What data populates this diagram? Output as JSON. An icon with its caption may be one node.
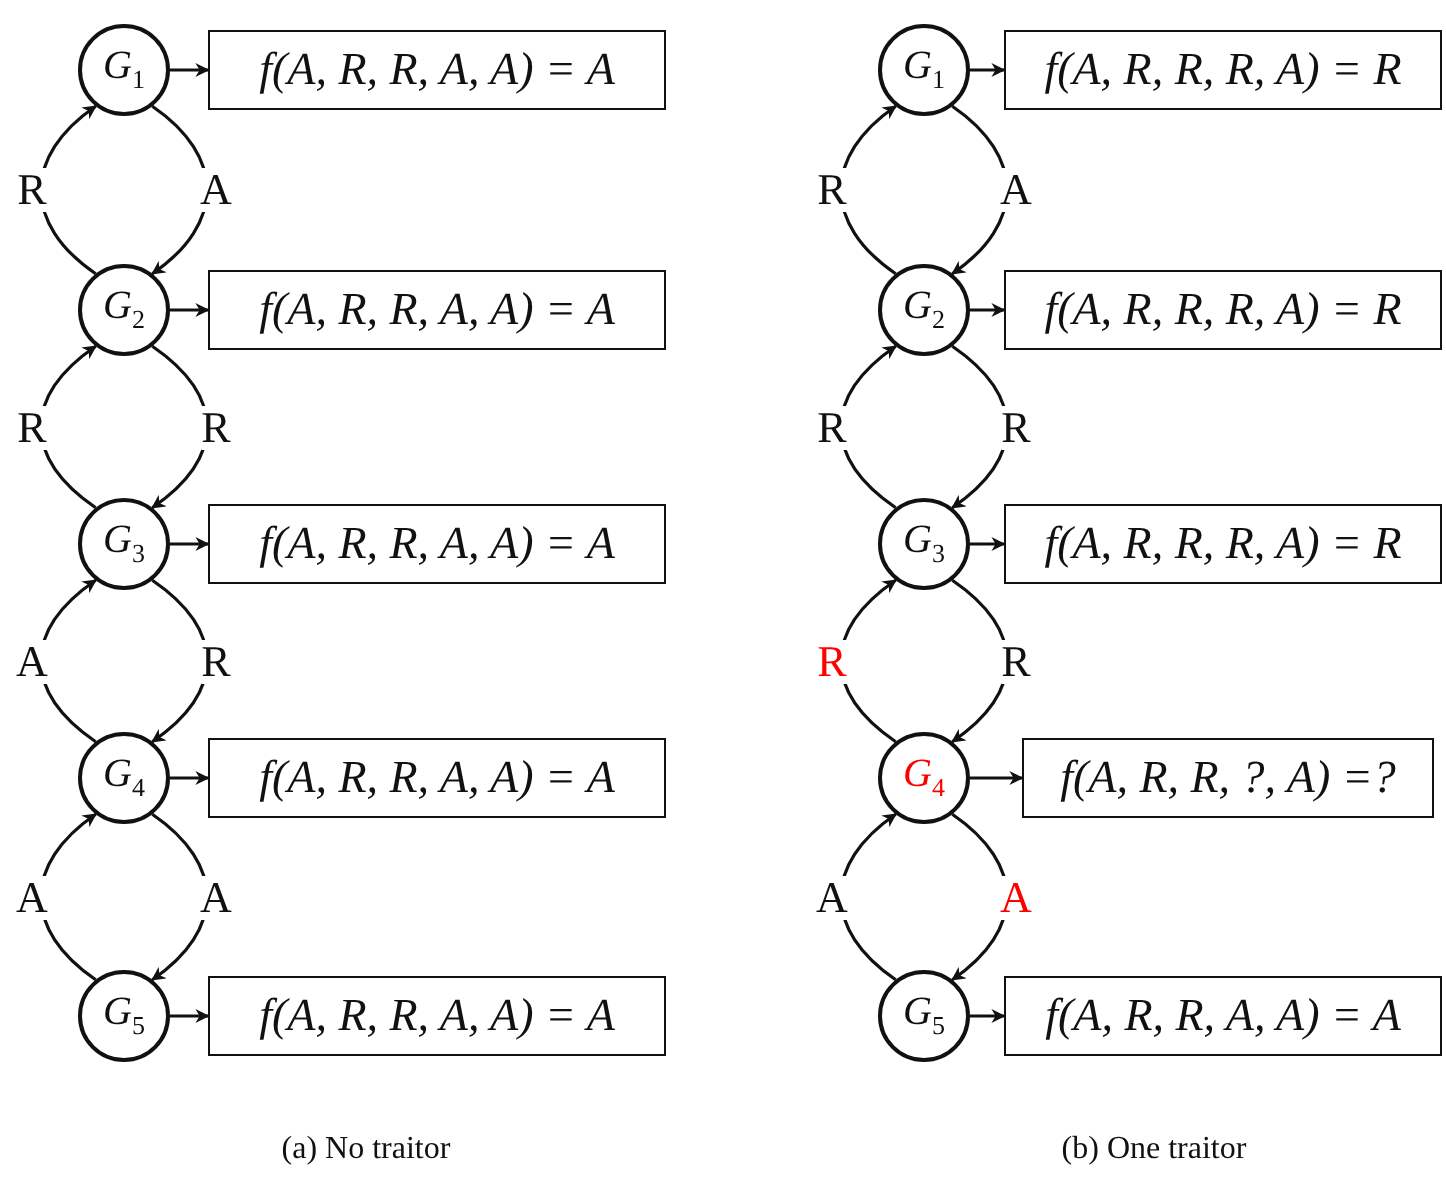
{
  "diagram": {
    "nodes": [
      {
        "text": [
          "*G*$_{1}$"
        ]
      },
      {
        "text": [
          "f(A, R, R, A, A) = A"
        ]
      },
      {
        "text": [
          "*G*$_{2}$"
        ]
      },
      {
        "text": [
          "f(A, R, R, A, A) = A"
        ]
      },
      {
        "text": [
          "*G*$_{3}$"
        ]
      },
      {
        "text": [
          "f(A, R, R, A, A) = A"
        ]
      },
      {
        "text": [
          "*G*$_{4}$"
        ]
      },
      {
        "text": [
          "f(A, R, R, A, A) = A"
        ]
      },
      {
        "text": [
          "*G*$_{5}$"
        ]
      },
      {
        "text": [
          "f(A, R, R, A, A) = A"
        ]
      },
      {
        "text": [
          "*G*$_{1}$"
        ]
      },
      {
        "text": [
          "f(A, R, R, R, A) = R"
        ]
      },
      {
        "text": [
          "*G*$_{2}$"
        ]
      },
      {
        "text": [
          "f(A, R, R, R, A) = R"
        ]
      },
      {
        "text": [
          "*G*$_{3}$"
        ]
      },
      {
        "text": [
          "f(A, R, R, R, A) = R"
        ]
      },
      {
        "text": [
          "*G*$_{4}$"
        ]
      },
      {
        "text": [
          "f(A, R, R, ?, A) =?"
        ]
      },
      {
        "text": [
          "*G*$_{5}$"
        ]
      },
      {
        "text": [
          "f(A, R, R, A, A) = A"
        ]
      }
    ],
    "edges": [
      {
        "from": 0,
        "to": 1,
        "arrow": "to"
      },
      {
        "from": 0,
        "to": 2,
        "arrow": "to",
        "label": "A"
      },
      {
        "from": 2,
        "to": 0,
        "arrow": "to",
        "label": "R"
      },
      {
        "from": 2,
        "to": 3,
        "arrow": "to"
      },
      {
        "from": 2,
        "to": 4,
        "arrow": "to",
        "label": "R"
      },
      {
        "from": 4,
        "to": 2,
        "arrow": "to",
        "label": "R"
      },
      {
        "from": 4,
        "to": 5,
        "arrow": "to"
      },
      {
        "from": 4,
        "to": 6,
        "arrow": "to",
        "label": "R"
      },
      {
        "from": 6,
        "to": 4,
        "arrow": "to",
        "label": "A"
      },
      {
        "from": 6,
        "to": 7,
        "arrow": "to"
      },
      {
        "from": 6,
        "to": 8,
        "arrow": "to",
        "label": "A"
      },
      {
        "from": 8,
        "to": 6,
        "arrow": "to",
        "label": "A"
      },
      {
        "from": 8,
        "to": 9,
        "arrow": "to"
      },
      {
        "from": 10,
        "to": 11,
        "arrow": "to"
      },
      {
        "from": 10,
        "to": 12,
        "arrow": "to",
        "label": "A"
      },
      {
        "from": 12,
        "to": 10,
        "arrow": "to",
        "label": "R"
      },
      {
        "from": 12,
        "to": 13,
        "arrow": "to"
      },
      {
        "from": 12,
        "to": 14,
        "arrow": "to",
        "label": "R"
      },
      {
        "from": 14,
        "to": 12,
        "arrow": "to",
        "label": "R"
      },
      {
        "from": 14,
        "to": 15,
        "arrow": "to"
      },
      {
        "from": 14,
        "to": 16,
        "arrow": "to",
        "label": "R"
      },
      {
        "from": 16,
        "to": 14,
        "arrow": "to",
        "label": "R"
      },
      {
        "from": 16,
        "to": 17,
        "arrow": "to"
      },
      {
        "from": 16,
        "to": 18,
        "arrow": "to",
        "label": "A"
      },
      {
        "from": 18,
        "to": 16,
        "arrow": "to",
        "label": "A"
      },
      {
        "from": 18,
        "to": 19,
        "arrow": "to"
      }
    ],
    "labels": [
      "(a) No traitor",
      "(b) One traitor"
    ]
  }
}
